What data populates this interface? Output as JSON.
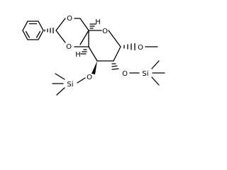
{
  "molecule": {
    "atoms": {
      "ring_o_acetal_top": "O",
      "ring_o_acetal_bottom": "O",
      "ring_o_pyranose": "O",
      "o_methoxy": "O",
      "o_c2": "O",
      "o_c3": "O",
      "si_c2": "Si",
      "si_c3": "Si",
      "h_c5": "H",
      "h_c4": "H"
    },
    "colors": {
      "bond": "#000000",
      "label": "#000000"
    },
    "stereo_marks": [
      "C5-H hashed",
      "C4-H hashed",
      "anomeric C1-OMe hashed",
      "C2-O hashed",
      "C3-O wedged",
      "acetal C-phenyl hashed"
    ]
  }
}
